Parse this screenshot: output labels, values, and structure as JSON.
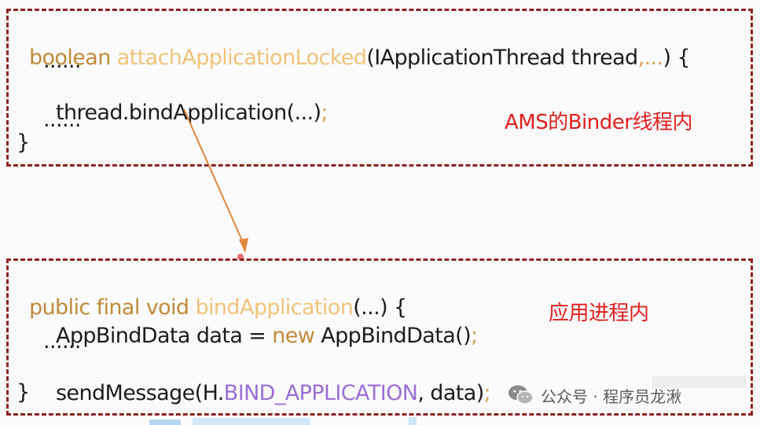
{
  "top_block": {
    "line1": {
      "kw": "boolean",
      "fn": "attachApplicationLocked",
      "params": "(IApplicationThread thread",
      "comma_dots": ",...",
      "close": ") {"
    },
    "line2": "......",
    "line3": {
      "call": "thread.bindApplication(...)",
      "semi": ";"
    },
    "line4": "......",
    "line5": "}",
    "note": "AMS的Binder线程内"
  },
  "bottom_block": {
    "line1": {
      "kw": "public final void",
      "fn": "bindApplication",
      "rest": "(...) {"
    },
    "line2": {
      "decl": "AppBindData data = ",
      "new_kw": "new",
      "ctor": " AppBindData()",
      "semi": ";"
    },
    "line3": "......",
    "line4": {
      "call": "sendMessage(H.",
      "const": "BIND_APPLICATION",
      "rest": ", data)",
      "semi": ";"
    },
    "line5": "}",
    "note": "应用进程内"
  },
  "arrow": {
    "color": "#e0883a"
  },
  "watermark": {
    "text": "公众号 · 程序员龙湫",
    "icon": "wechat-icon"
  },
  "colors": {
    "border": "#8e2323",
    "keyword": "#c08b3a",
    "function_name": "#f0c47a",
    "constant": "#9b6fd6",
    "note": "#e21f1f"
  }
}
